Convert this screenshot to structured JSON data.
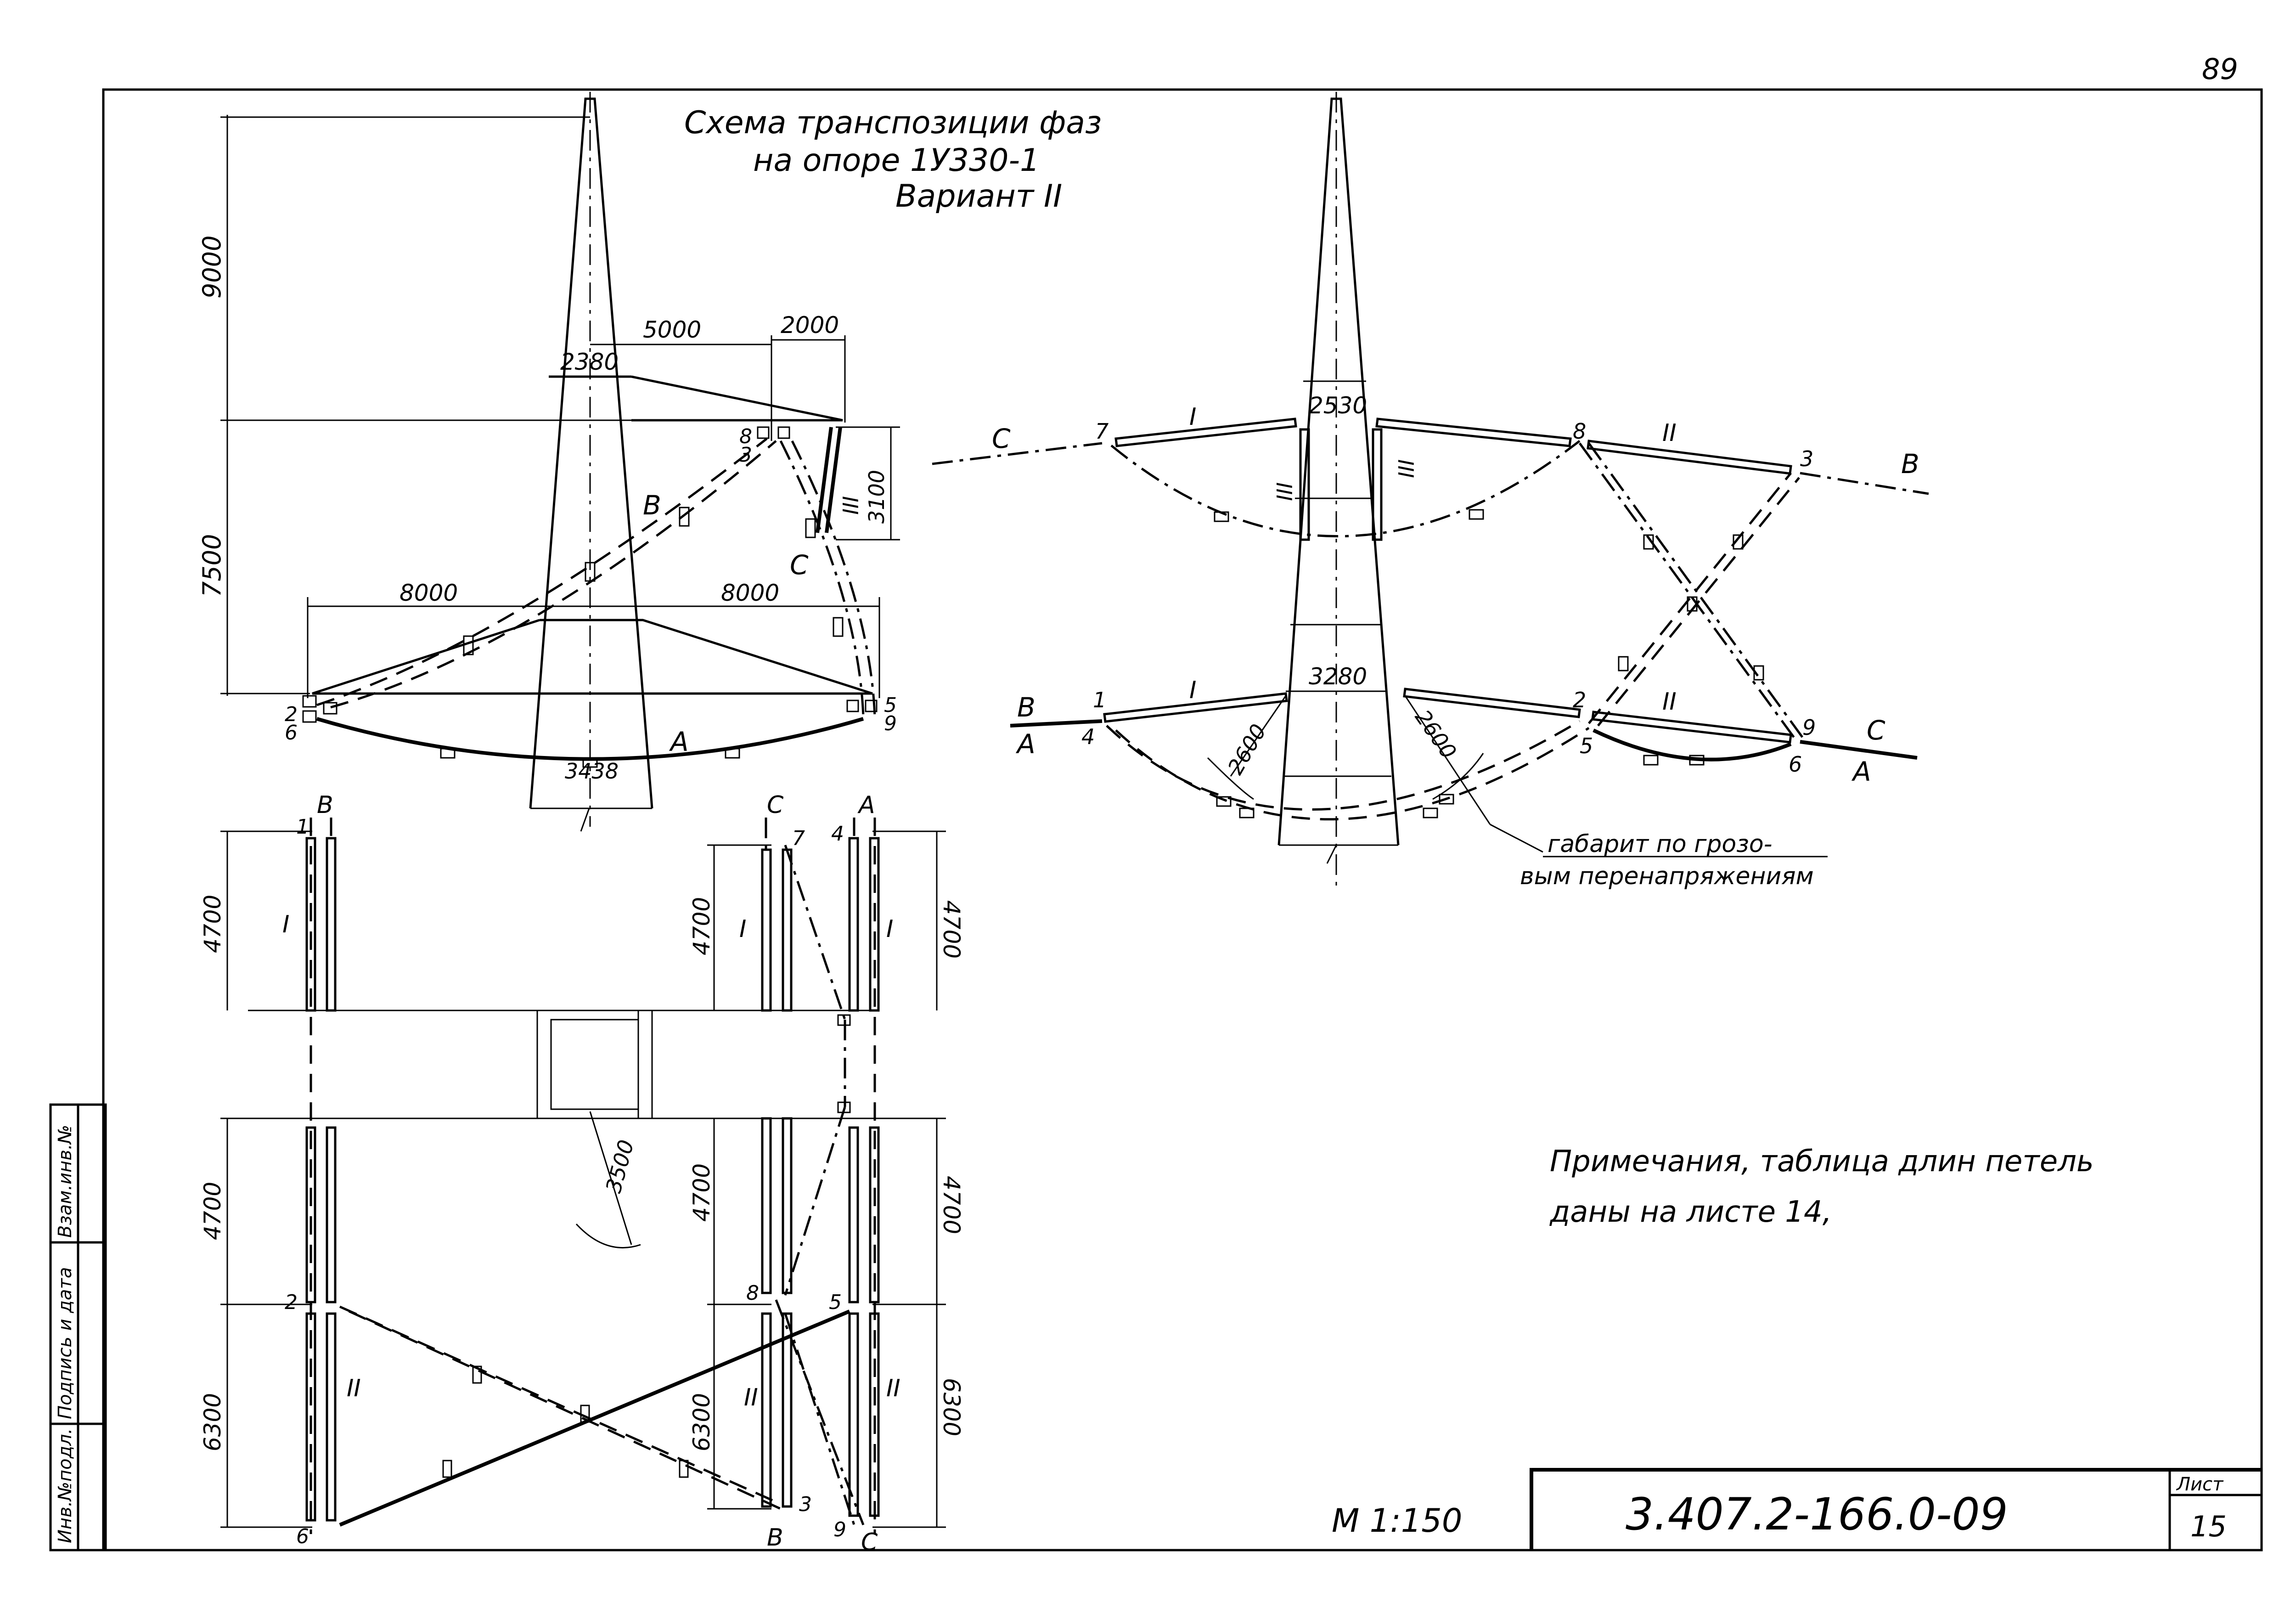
{
  "page_number": "89",
  "title": {
    "line1": "Схема транспозиции фаз",
    "line2": "на опоре 1У330-1",
    "line3": "Вариант II"
  },
  "dims_left_elevation": {
    "top_2380": "2380",
    "d5000": "5000",
    "d2000": "2000",
    "d9000": "9000",
    "d7500": "7500",
    "d3100": "3100",
    "d8000_left": "8000",
    "d8000_right": "8000",
    "d3438": "3438"
  },
  "dims_plan": {
    "d4700_a": "4700",
    "d4700_b": "4700",
    "d4700_c": "4700",
    "d4700_d": "4700",
    "d4700_e": "4700",
    "d4700_f": "4700",
    "d6300_a": "6300",
    "d6300_b": "6300",
    "d6300_c": "6300",
    "d3500": "3500"
  },
  "dims_right_elevation": {
    "w2530": "2530",
    "w3280": "3280",
    "r2600_left": "2600",
    "r2600_right": "2600"
  },
  "phases": {
    "A": "A",
    "B": "B",
    "C": "C"
  },
  "node_labels": [
    "1",
    "2",
    "3",
    "4",
    "5",
    "6",
    "7",
    "8",
    "9"
  ],
  "roman": {
    "I": "I",
    "II": "II",
    "III": "III"
  },
  "clearance_note": {
    "line1": "габарит по грозо-",
    "line2": "вым перенапряжениям"
  },
  "notes": {
    "line1": "Примечания, таблица длин петель",
    "line2": "даны на листе 14,"
  },
  "scale": "М 1:150",
  "doc_code": "3.407.2-166.0-09",
  "sheet_label": "Лист",
  "sheet_number": "15",
  "side_stamp": {
    "inv_podl": "Инв.№подл.",
    "podpis": "Подпись и дата",
    "vzam": "Взам.инв.№"
  }
}
